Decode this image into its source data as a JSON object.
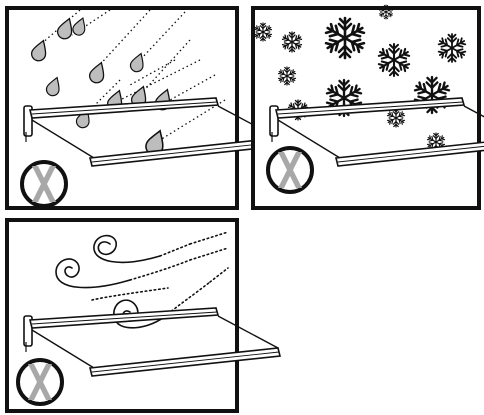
{
  "panels": [
    {
      "id": "rain",
      "hazard": "rain",
      "icon": "raindrop-icon",
      "prohibited": true
    },
    {
      "id": "snow",
      "hazard": "snow",
      "icon": "snowflake-icon",
      "prohibited": true
    },
    {
      "id": "wind",
      "hazard": "wind",
      "icon": "wind-icon",
      "prohibited": true
    }
  ],
  "colors": {
    "frame": "#111111",
    "drop": "#bdbdbd",
    "cross": "#a8a8a8",
    "background": "#ffffff"
  }
}
